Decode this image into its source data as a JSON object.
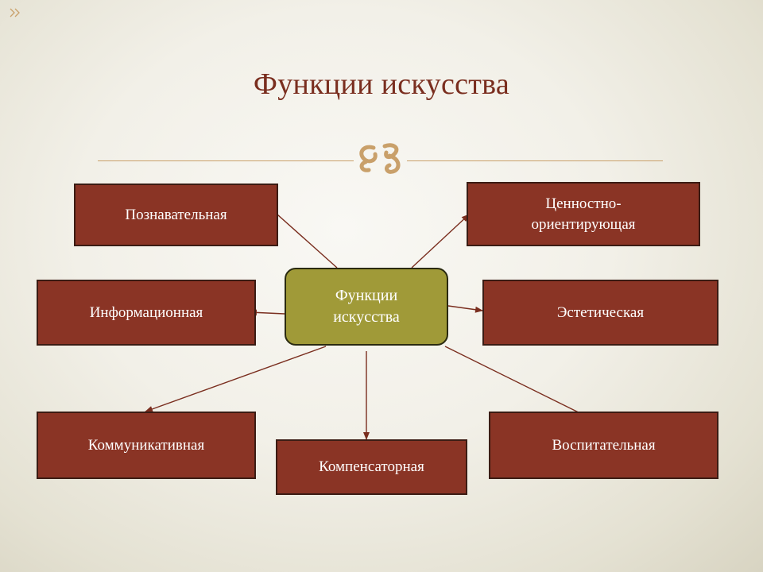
{
  "slide": {
    "title": "Функции искусства"
  },
  "diagram": {
    "center": {
      "line1": "Функции",
      "line2": "искусства"
    },
    "nodes": {
      "poznavatelnaya": "Познавательная",
      "cennostno_line1": "Ценностно-",
      "cennostno_line2": "ориентирующая",
      "informacionnaya": "Информационная",
      "esteticheskaya": "Эстетическая",
      "kommunikativnaya": "Коммуникативная",
      "kompensatornaya": "Компенсаторная",
      "vospitatelnaya": "Воспитательная"
    }
  },
  "colors": {
    "title": "#7a2e1f",
    "box_fill": "#8a3425",
    "center_fill": "#a09a38",
    "arrow": "#7a2e1f",
    "rule": "#c9a06a"
  }
}
